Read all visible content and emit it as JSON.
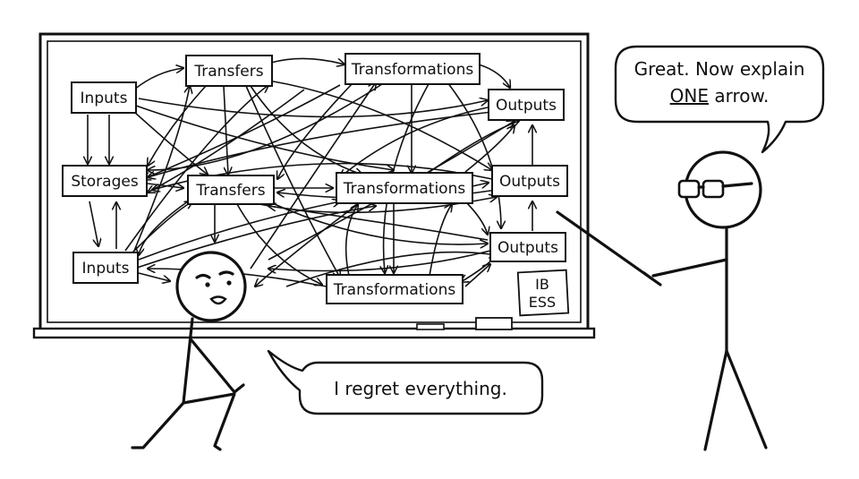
{
  "diagram": {
    "boxes": [
      {
        "id": "inputs-1",
        "label": "Inputs"
      },
      {
        "id": "transfers-1",
        "label": "Transfers"
      },
      {
        "id": "transformations-1",
        "label": "Transformations"
      },
      {
        "id": "outputs-1",
        "label": "Outputs"
      },
      {
        "id": "storages-1",
        "label": "Storages"
      },
      {
        "id": "transfers-2",
        "label": "Transfers"
      },
      {
        "id": "transformations-2",
        "label": "Transformations"
      },
      {
        "id": "outputs-2",
        "label": "Outputs"
      },
      {
        "id": "inputs-2",
        "label": "Inputs"
      },
      {
        "id": "outputs-3",
        "label": "Outputs"
      },
      {
        "id": "transformations-3",
        "label": "Transformations"
      }
    ],
    "corner_label": {
      "line1": "IB",
      "line2": "ESS"
    }
  },
  "dialogue": {
    "teacher_line1": "Great. Now explain",
    "teacher_emphasis": "ONE",
    "teacher_tail": " arrow.",
    "student": "I regret everything."
  }
}
